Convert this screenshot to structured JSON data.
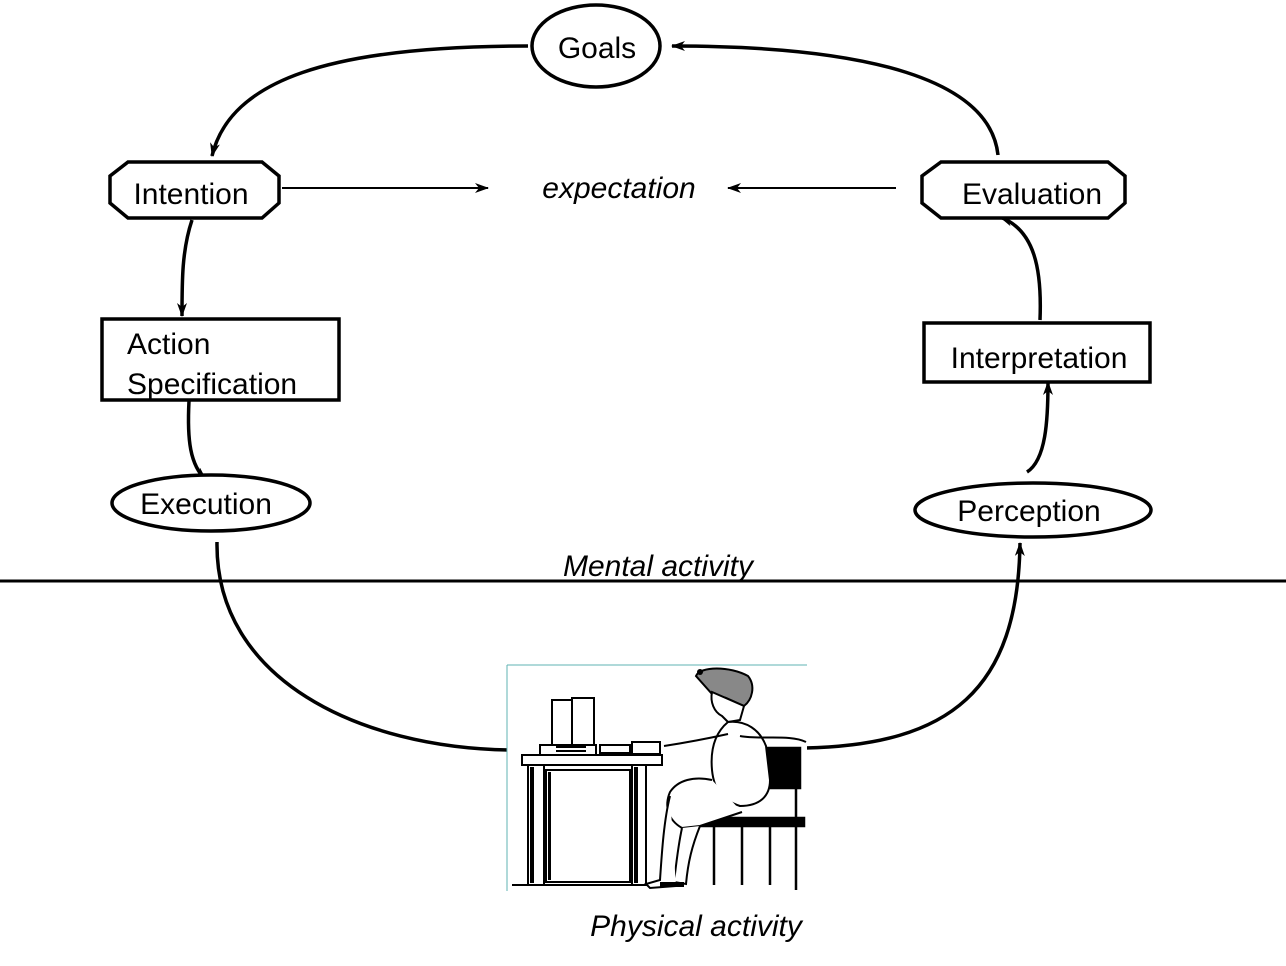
{
  "nodes": {
    "goals": "Goals",
    "intention": "Intention",
    "action_specification_line1": "Action",
    "action_specification_line2": "Specification",
    "execution": "Execution",
    "evaluation": "Evaluation",
    "interpretation": "Interpretation",
    "perception": "Perception",
    "expectation": "expectation"
  },
  "regions": {
    "mental": "Mental activity",
    "physical": "Physical activity"
  },
  "illustration": {
    "icon": "person-at-computer-desk-icon"
  }
}
